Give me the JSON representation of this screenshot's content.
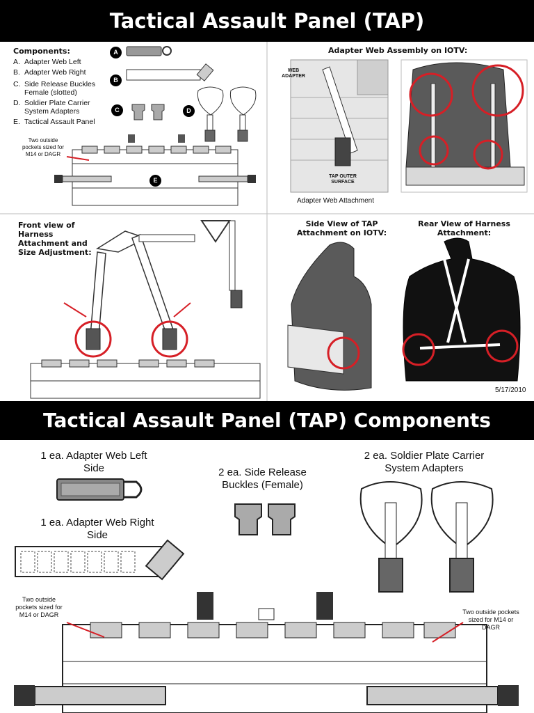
{
  "banner_top": "Tactical Assault Panel (TAP)",
  "banner_bottom": "Tactical Assault Panel (TAP) Components",
  "components": {
    "heading": "Components:",
    "items": [
      {
        "key": "A.",
        "text": "Adapter Web Left"
      },
      {
        "key": "B.",
        "text": "Adapter Web Right"
      },
      {
        "key": "C.",
        "text": "Side Release Buckles Female (slotted)"
      },
      {
        "key": "D.",
        "text": "Soldier Plate Carrier System Adapters"
      },
      {
        "key": "E.",
        "text": "Tactical Assault Panel"
      }
    ],
    "badges": [
      "A",
      "B",
      "C",
      "D",
      "E"
    ],
    "pocket_note": "Two outside pockets sized for M14 or DAGR"
  },
  "adapter_assembly": {
    "title": "Adapter Web Assembly on IOTV:",
    "web_adapter": "WEB ADAPTER",
    "tap_outer": "TAP OUTER SURFACE",
    "caption": "Adapter Web Attachment"
  },
  "harness_front": {
    "title": "Front view of Harness Attachment and Size Adjustment:"
  },
  "side_view": {
    "title": "Side View of TAP Attachment on IOTV:"
  },
  "rear_view": {
    "title": "Rear View of Harness Attachment:"
  },
  "date": "5/17/2010",
  "parts": {
    "adapter_left": "1 ea. Adapter Web Left Side",
    "adapter_right": "1 ea. Adapter Web Right Side",
    "buckles": "2 ea. Side Release Buckles (Female)",
    "spcs": "2 ea. Soldier Plate Carrier System Adapters",
    "pocket_note_left": "Two outside pockets sized for M14 or DAGR",
    "pocket_note_right": "Two outside pockets sized for M14 or DAGR"
  },
  "colors": {
    "banner": "#000000",
    "highlight": "#d61f26",
    "gear": "#6b6b6b"
  }
}
